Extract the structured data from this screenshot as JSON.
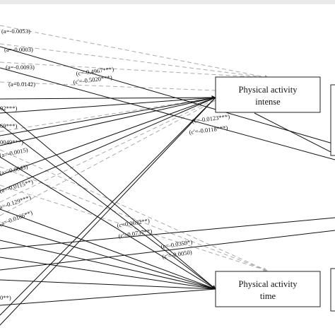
{
  "nodes": {
    "intense": {
      "line1": "Physical activity",
      "line2": "intense"
    },
    "time": {
      "line1": "Physical activity",
      "line2": "time"
    }
  },
  "labels": [
    "(a=-0.0053)",
    "(a=-0.0003)",
    "(a=-0.0093)",
    "(a=0.0142)",
    "(c=-0.4967***)",
    "(c'=-0.5020***)",
    "(c=-0.0123***)",
    "(c'=-0.0118***)",
    "02***)",
    "69***)",
    "0049***)",
    "(a=-0.0015)",
    "(a=-0.0043)",
    "(a=-0.0115**)",
    "a=-0.129***)",
    "(a=-0.0186**)",
    "(c=0.0692**)",
    "(c'=0.0737**)",
    "(c=-0.0359*)",
    "(c'=-0.0050)",
    "0**)"
  ]
}
